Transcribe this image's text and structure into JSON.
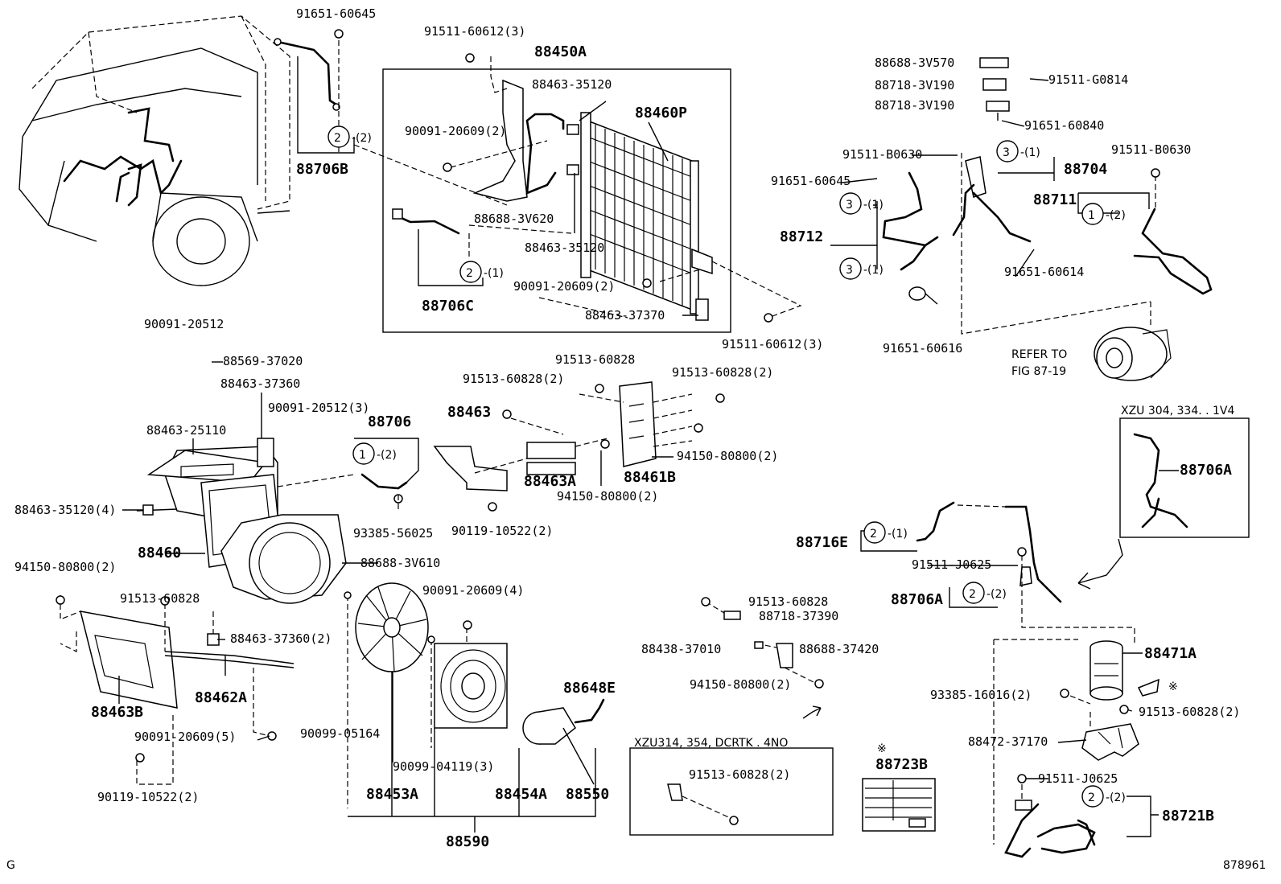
{
  "figure_code": "878961",
  "corner_letter": "G",
  "labels": {
    "p91651_60645a": "91651-60645",
    "p91511_60612_3a": "91511-60612(3)",
    "p88450A": "88450A",
    "p88463_35120a": "88463-35120",
    "p88460P": "88460P",
    "p90091_20609_2a": "90091-20609(2)",
    "p88706B": "88706B",
    "p88688_3V620": "88688-3V620",
    "p88463_35120b": "88463-35120",
    "p90091_20609_2b": "90091-20609(2)",
    "p88706C": "88706C",
    "p88463_37370": "88463-37370",
    "p91511_60612_3b": "91511-60612(3)",
    "p88688_3V570": "88688-3V570",
    "p88718_3V190a": "88718-3V190",
    "p88718_3V190b": "88718-3V190",
    "p91511_G0814": "91511-G0814",
    "p91651_60840": "91651-60840",
    "p91511_B0630a": "91511-B0630",
    "p91511_B0630b": "91511-B0630",
    "p88704": "88704",
    "p91651_60645b": "91651-60645",
    "p88711": "88711",
    "p88712": "88712",
    "p91651_60614": "91651-60614",
    "p91651_60616": "91651-60616",
    "refer_to": "REFER TO",
    "fig_ref": "FIG 87-19",
    "p90091_20512": "90091-20512",
    "p88569_37020": "88569-37020",
    "p88463_37360a": "88463-37360",
    "p90091_20512_3": "90091-20512(3)",
    "p88463_25110": "88463-25110",
    "p88706": "88706",
    "p88463_35120_4": "88463-35120(4)",
    "p93385_56025": "93385-56025",
    "p88460": "88460",
    "p88688_3V610": "88688-3V610",
    "p91513_60828a": "91513-60828",
    "p91513_60828_2a": "91513-60828(2)",
    "p91513_60828_2b": "91513-60828(2)",
    "p88463": "88463",
    "p88463A": "88463A",
    "p88461B": "88461B",
    "p94150_80800_2a": "94150-80800(2)",
    "p94150_80800_2b": "94150-80800(2)",
    "p90119_10522_2a": "90119-10522(2)",
    "p94150_80800_2c": "94150-80800(2)",
    "p91513_60828b": "91513-60828",
    "p88463_37360_2": "88463-37360(2)",
    "p90091_20609_4": "90091-20609(4)",
    "p88462A": "88462A",
    "p88463B": "88463B",
    "p90091_20609_5": "90091-20609(5)",
    "p90099_05164": "90099-05164",
    "p90099_04119_3": "90099-04119(3)",
    "p88648E": "88648E",
    "p90119_10522_2b": "90119-10522(2)",
    "p88453A": "88453A",
    "p88454A": "88454A",
    "p88550": "88550",
    "p88590": "88590",
    "p91513_60828c": "91513-60828",
    "p88718_37390": "88718-37390",
    "p88438_37010": "88438-37010",
    "p88688_37420": "88688-37420",
    "p94150_80800_2d": "94150-80800(2)",
    "xzu314_note": "XZU314, 354, DCRTK . 4NO",
    "p91513_60828_2c": "91513-60828(2)",
    "asterisk_a": "※",
    "p88723B": "88723B",
    "xzu304_note": "XZU 304, 334. . 1V4",
    "p88706A_box": "88706A",
    "p88716E": "88716E",
    "p91511_J0625a": "91511-J0625",
    "p88706A": "88706A",
    "p88471A": "88471A",
    "asterisk_b": "※",
    "p93385_16016_2": "93385-16016(2)",
    "p91513_60828_2d": "91513-60828(2)",
    "p88472_37170": "88472-37170",
    "p91511_J0625b": "91511-J0625",
    "p88721B": "88721B"
  },
  "callouts": {
    "c2_88706B": {
      "num": "2",
      "qty": "-(2)"
    },
    "c2_88706C": {
      "num": "2",
      "qty": "-(1)"
    },
    "c3_88704": {
      "num": "3",
      "qty": "-(1)"
    },
    "c3_88712a": {
      "num": "3",
      "qty": "-(1)"
    },
    "c3_88712b": {
      "num": "3",
      "qty": "-(1)"
    },
    "c1_88711": {
      "num": "1",
      "qty": "-(2)"
    },
    "c1_88706": {
      "num": "1",
      "qty": "-(2)"
    },
    "c2_88716E": {
      "num": "2",
      "qty": "-(1)"
    },
    "c2_88706A": {
      "num": "2",
      "qty": "-(2)"
    },
    "c2_88721B": {
      "num": "2",
      "qty": "-(2)"
    }
  }
}
